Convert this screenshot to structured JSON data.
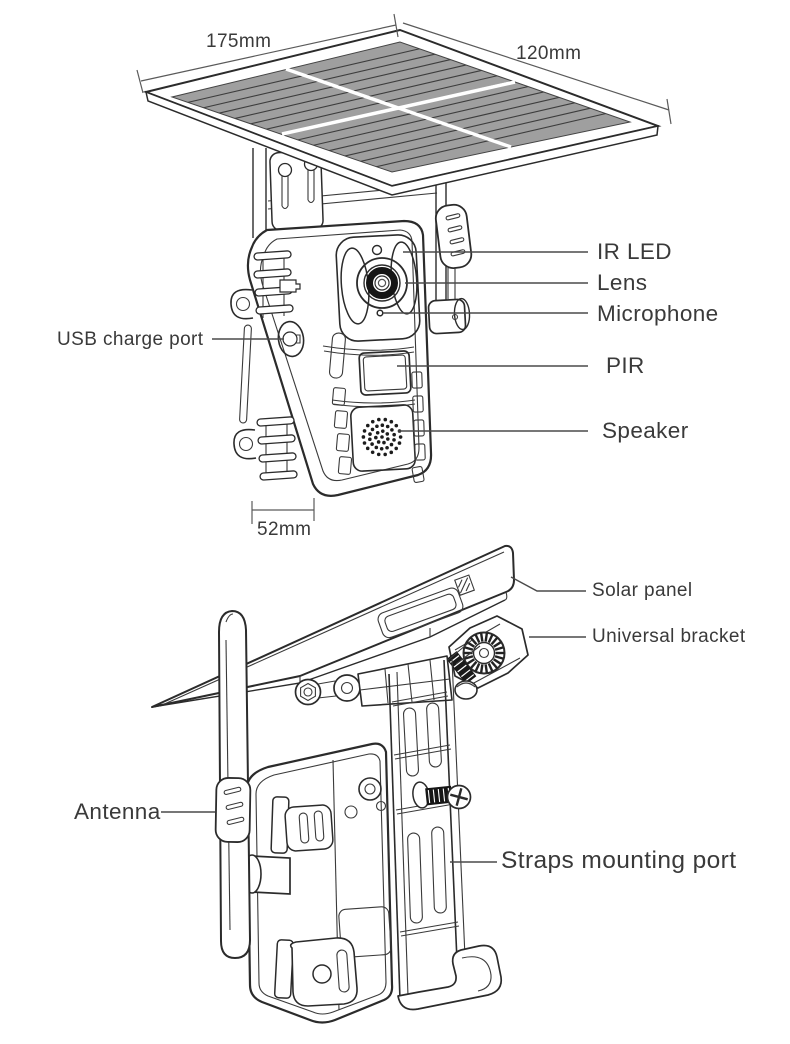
{
  "document": {
    "type": "product-parts-diagram",
    "subject": "solar powered trail camera, front view and rear view"
  },
  "front_view": {
    "dimensions": {
      "panel_width": "175mm",
      "panel_depth": "120mm",
      "body_width": "52mm"
    },
    "callouts": {
      "ir_led": "IR LED",
      "lens": "Lens",
      "microphone": "Microphone",
      "pir": "PIR",
      "speaker": "Speaker",
      "usb_charge_port": "USB charge port"
    }
  },
  "rear_view": {
    "callouts": {
      "solar_panel": "Solar panel",
      "universal_bracket": "Universal bracket",
      "antenna": "Antenna",
      "straps_mounting_port": "Straps mounting port"
    }
  },
  "colors": {
    "background": "#ffffff",
    "line": "#2b2b2b",
    "text": "#3a3a3a",
    "panel_fill": "#9f9f9f",
    "panel_stripe": "#3d3d3d"
  }
}
